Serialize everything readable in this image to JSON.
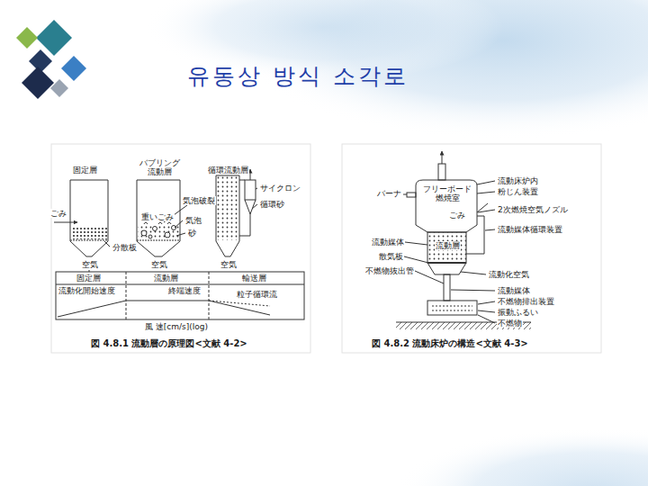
{
  "diagram": {
    "title": "유동상 방식 소각로",
    "labels": [
      "固定層",
      "バブリング 流動層",
      "循環流動層",
      "サイクロン",
      "循環砂",
      "気泡破裂",
      "重いごみ",
      "気泡",
      "砂",
      "ごみ",
      "分散板",
      "空気",
      "空気",
      "空気",
      "固定層",
      "流動層",
      "輸送層",
      "流動化開始速度",
      "終端速度",
      "粒子循環流",
      "風 速[cm/s](log)",
      "図 4.8.1 流動層の原理図<文献 4-2>",
      "バーナ",
      "フリーボード 燃焼室",
      "流動床炉内",
      "粉じん装置",
      "ごみ",
      "2次燃焼空気ノズル",
      "流動媒体",
      "流動層",
      "流動媒体循環装置",
      "散気板",
      "不燃物抜出管",
      "流動化空気",
      "流動媒体",
      "不燃物排出装置",
      "振動ふるい",
      "不燃物",
      "図 4.8.2 流動床炉の構造<文献 4-3>"
    ]
  }
}
